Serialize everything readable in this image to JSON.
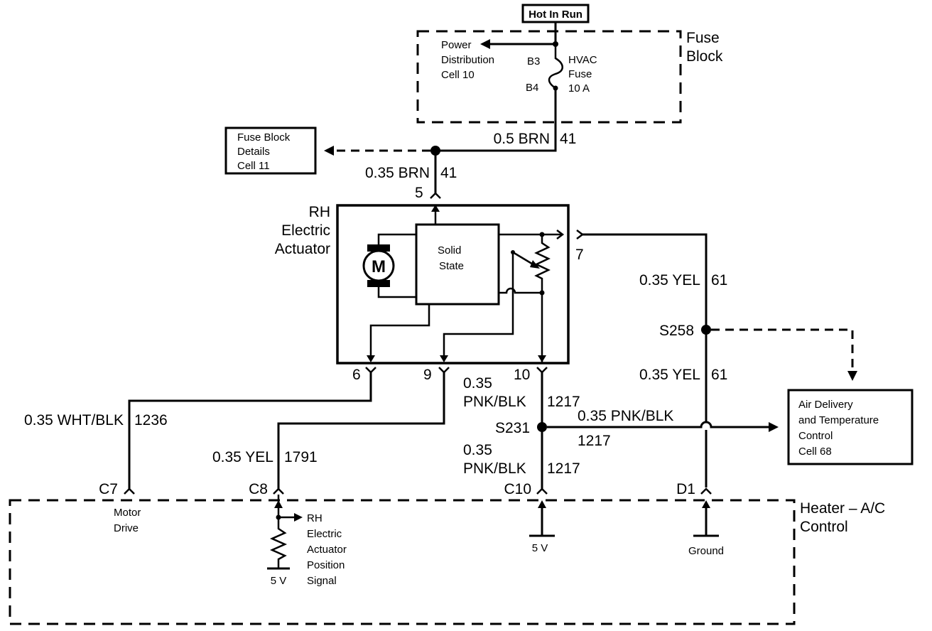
{
  "hot_in_run": "Hot In Run",
  "fuse_block": {
    "title_line1": "Fuse",
    "title_line2": "Block",
    "power_dist_line1": "Power",
    "power_dist_line2": "Distribution",
    "power_dist_line3": "Cell 10",
    "b3": "B3",
    "b4": "B4",
    "fuse_line1": "HVAC",
    "fuse_line2": "Fuse",
    "fuse_line3": "10 A"
  },
  "fuse_block_details": {
    "line1": "Fuse Block",
    "line2": "Details",
    "line3": "Cell 11"
  },
  "wires": {
    "brn_top_gauge": "0.5 BRN",
    "brn_top_circuit": "41",
    "brn_bottom_gauge": "0.35 BRN",
    "brn_bottom_circuit": "41",
    "yel61_top_gauge": "0.35 YEL",
    "yel61_top_circuit": "61",
    "yel61_bottom_gauge": "0.35 YEL",
    "yel61_bottom_circuit": "61",
    "pnk_upper_gauge": "0.35",
    "pnk_upper_color": "PNK/BLK",
    "pnk_upper_circuit": "1217",
    "pnk_horizontal_gauge": "0.35 PNK/BLK",
    "pnk_horizontal_circuit": "1217",
    "pnk_lower_gauge": "0.35",
    "pnk_lower_color": "PNK/BLK",
    "pnk_lower_circuit": "1217",
    "wht_gauge": "0.35 WHT/BLK",
    "wht_circuit": "1236",
    "yel1791_gauge": "0.35 YEL",
    "yel1791_circuit": "1791"
  },
  "actuator": {
    "title_line1": "RH",
    "title_line2": "Electric",
    "title_line3": "Actuator",
    "motor": "M",
    "solid_state_line1": "Solid",
    "solid_state_line2": "State",
    "pin5": "5",
    "pin6": "6",
    "pin7": "7",
    "pin9": "9",
    "pin10": "10"
  },
  "splices": {
    "s258": "S258",
    "s231": "S231"
  },
  "air_delivery": {
    "line1": "Air Delivery",
    "line2": "and Temperature",
    "line3": "Control",
    "line4": "Cell 68"
  },
  "heater_control": {
    "title_line1": "Heater – A/C",
    "title_line2": "Control",
    "c7": "C7",
    "c8": "C8",
    "c10": "C10",
    "d1": "D1",
    "motor_drive_line1": "Motor",
    "motor_drive_line2": "Drive",
    "position_line1": "RH",
    "position_line2": "Electric",
    "position_line3": "Actuator",
    "position_line4": "Position",
    "position_line5": "Signal",
    "five_v_left": "5 V",
    "five_v_right": "5 V",
    "ground": "Ground"
  }
}
